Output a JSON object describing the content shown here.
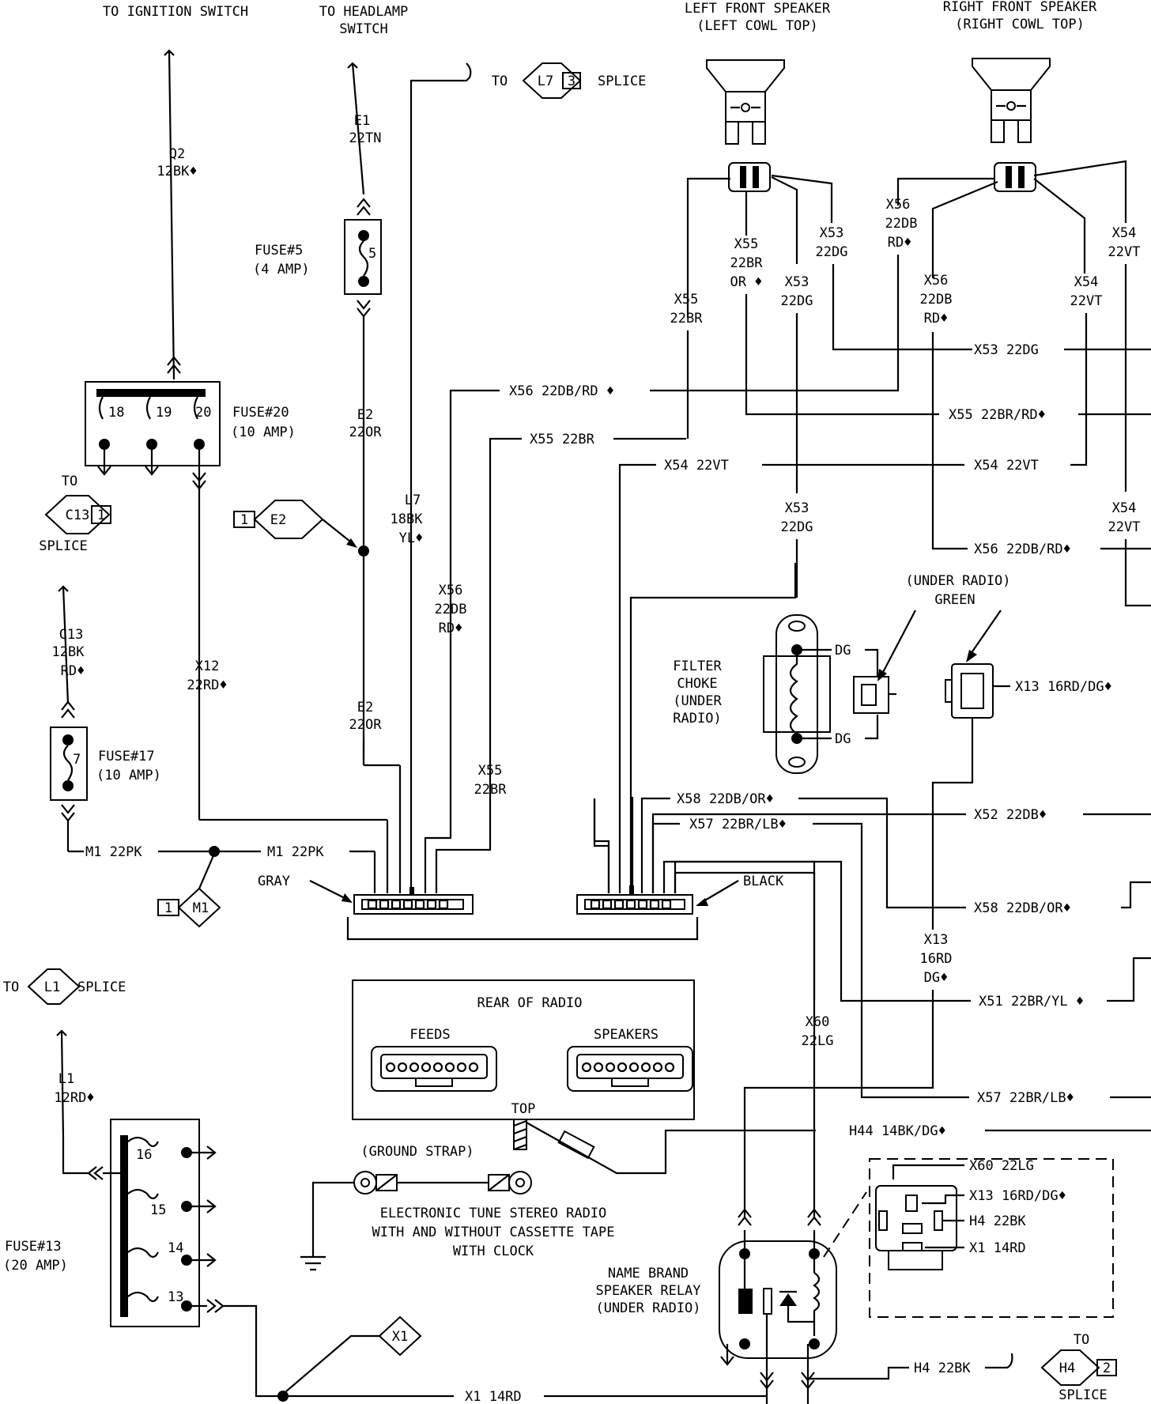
{
  "labels": {
    "to_ignition": "TO IGNITION SWITCH",
    "to_headlamp_1": "TO HEADLAMP",
    "to_headlamp_2": "SWITCH",
    "lf_speaker_1": "LEFT FRONT SPEAKER",
    "lf_speaker_2": "(LEFT COWL TOP)",
    "rf_speaker_1": "RIGHT FRONT SPEAKER",
    "rf_speaker_2": "(RIGHT COWL TOP)",
    "to_word": "TO",
    "splice_word": "SPLICE",
    "l7_splice_id": "L7",
    "l7_splice_num": "3",
    "c13_splice_id": "C13",
    "c13_splice_num": "1",
    "h4_splice_id": "H4",
    "h4_splice_num": "2",
    "l1_splice_id": "L1",
    "e2_tag": "E2",
    "e2_tag_num": "1",
    "m1_tag": "M1",
    "m1_tag_num": "1",
    "x1_tag": "X1",
    "fuse5_1": "FUSE#5",
    "fuse5_2": "(4 AMP)",
    "fuse5_num": "5",
    "fuse20_1": "FUSE#20",
    "fuse20_2": "(10 AMP)",
    "fuse20_n18": "18",
    "fuse20_n19": "19",
    "fuse20_n20": "20",
    "fuse17_1": "FUSE#17",
    "fuse17_2": "(10 AMP)",
    "fuse17_num": "7",
    "fuse13_1": "FUSE#13",
    "fuse13_2": "(20 AMP)",
    "fuse13_n16": "16",
    "fuse13_n15": "15",
    "fuse13_n14": "14",
    "fuse13_n13": "13",
    "gray": "GRAY",
    "black": "BLACK",
    "under_radio": "(UNDER RADIO)",
    "green": "GREEN",
    "filter_1": "FILTER",
    "filter_2": "CHOKE",
    "filter_3": "(UNDER",
    "filter_4": "RADIO)",
    "dg": "DG",
    "rear_of_radio": "REAR OF RADIO",
    "feeds": "FEEDS",
    "speakers": "SPEAKERS",
    "top": "TOP",
    "ground_strap": "(GROUND STRAP)",
    "radio_1": "ELECTRONIC TUNE STEREO RADIO",
    "radio_2": "WITH AND WITHOUT CASSETTE TAPE",
    "radio_3": "WITH CLOCK",
    "relay_1": "NAME BRAND",
    "relay_2": "SPEAKER RELAY",
    "relay_3": "(UNDER RADIO)"
  },
  "wires": {
    "q2": "Q2",
    "q2_spec": "12BK♦",
    "e1": "E1",
    "e1_spec": "22TN",
    "e2": "E2",
    "e2_spec": "22OR",
    "l7": "L7",
    "l7_spec1": "18BK",
    "l7_spec2": "YL♦",
    "x56": "X56",
    "x56_spec1": "22DB",
    "x56_spec2": "RD♦",
    "x55": "X55",
    "x55_spec": "22BR",
    "x55_or": "OR ♦",
    "x53": "X53",
    "x53_spec": "22DG",
    "x54": "X54",
    "x54_spec": "22VT",
    "x12": "X12",
    "x12_spec": "22RD♦",
    "c13": "C13",
    "c13_spec1": "12BK",
    "c13_spec2": "RD♦",
    "m1_pk": "M1 22PK",
    "l1": "L1",
    "l1_spec": "12RD♦",
    "x13": "X13",
    "x13_spec1": "16RD",
    "x13_spec2": "DG♦",
    "x60": "X60",
    "x60_spec": "22LG",
    "h_x56_dbrd": "X56 22DB/RD ♦",
    "h_x55_br": "X55 22BR",
    "h_x54_vt": "X54 22VT",
    "h_x53_dg": "X53 22DG",
    "h_x55_brrd": "X55 22BR/RD♦",
    "h_x56_dbrd_r": "X56 22DB/RD♦",
    "h_x13": "X13 16RD/DG♦",
    "h_x58": "X58 22DB/OR♦",
    "h_x57": "X57 22BR/LB♦",
    "h_x52": "X52 22DB♦",
    "h_x51": "X51 22BR/YL ♦",
    "h_h44": "H44 14BK/DG♦",
    "h_x60_lg": "X60 22LG",
    "h_x13_b": "X13 16RD/DG♦",
    "h_h4": "H4 22BK",
    "h_x1": "X1 14RD",
    "h_h4_bot": "H4 22BK",
    "h_x1_bot": "X1 14RD"
  }
}
